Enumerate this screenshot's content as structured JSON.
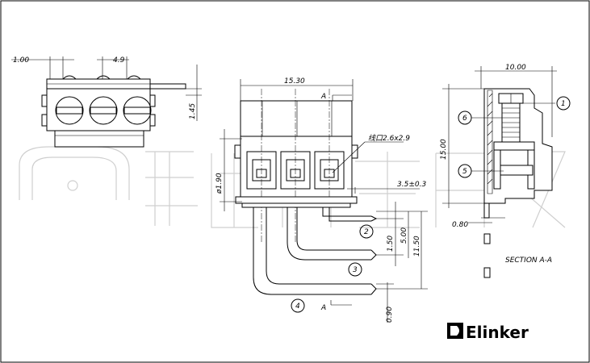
{
  "dims": {
    "d_100": "1.00",
    "d_49": "4.9",
    "d_145": "1.45",
    "d_1530": "15.30",
    "d_190": "ø1.90",
    "d_opening": "线口2.6x2.9",
    "d_35": "3.5±0.3",
    "d_150": "1.50",
    "d_500": "5.00",
    "d_1150": "11.50",
    "d_090": "0.90",
    "d_1000": "10.00",
    "d_1500": "15.00",
    "d_080": "0.80"
  },
  "labels": {
    "section_a_top": "A",
    "section_a_bottom": "A",
    "section": "SECTION A-A"
  },
  "callouts": [
    "1",
    "2",
    "3",
    "4",
    "5",
    "6"
  ],
  "brand": {
    "name": "Elinker",
    "watermark": "联捷"
  }
}
